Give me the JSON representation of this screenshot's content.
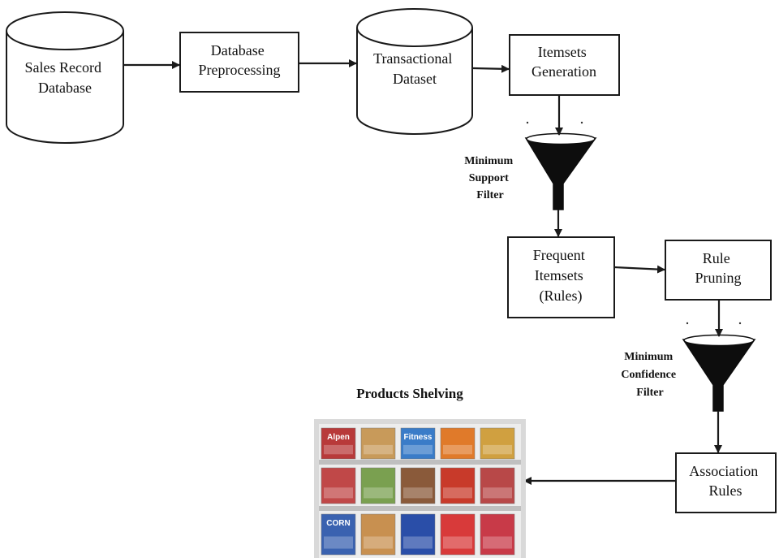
{
  "colors": {
    "stroke": "#1a1a1a",
    "funnel": "#0d0d0d",
    "shelf_frame": "#d9d9d9",
    "shelf_back": "#ededed",
    "shelf_board": "#bfbfbf"
  },
  "nodes": {
    "sales_db": {
      "lines": [
        "Sales Record",
        "Database"
      ]
    },
    "preprocessing": {
      "lines": [
        "Database",
        "Preprocessing"
      ]
    },
    "transactional": {
      "lines": [
        "Transactional",
        "Dataset"
      ]
    },
    "itemsets_generation": {
      "lines": [
        "Itemsets",
        "Generation"
      ]
    },
    "frequent_itemsets": {
      "lines": [
        "Frequent",
        "Itemsets",
        "(Rules)"
      ]
    },
    "rule_pruning": {
      "lines": [
        "Rule",
        "Pruning"
      ]
    },
    "association_rules": {
      "lines": [
        "Association",
        "Rules"
      ]
    }
  },
  "filters": {
    "support": {
      "lines": [
        "Minimum",
        "Support",
        "Filter"
      ]
    },
    "confidence": {
      "lines": [
        "Minimum",
        "Confidence",
        "Filter"
      ]
    }
  },
  "shelf": {
    "title": "Products Shelving",
    "rows": [
      {
        "products": [
          {
            "label": "Alpen",
            "color": "#b83a3a"
          },
          {
            "label": "",
            "color": "#c89a5a"
          },
          {
            "label": "Fitness",
            "color": "#3a7cc8"
          },
          {
            "label": "",
            "color": "#e07a2a"
          },
          {
            "label": "",
            "color": "#d0a040"
          }
        ]
      },
      {
        "products": [
          {
            "label": "",
            "color": "#c04848"
          },
          {
            "label": "",
            "color": "#7aa050"
          },
          {
            "label": "",
            "color": "#8a5a3a"
          },
          {
            "label": "",
            "color": "#c83a2a"
          },
          {
            "label": "",
            "color": "#b84848"
          }
        ]
      },
      {
        "products": [
          {
            "label": "CORN",
            "color": "#3a62b0"
          },
          {
            "label": "",
            "color": "#c89050"
          },
          {
            "label": "",
            "color": "#2a4ea8"
          },
          {
            "label": "",
            "color": "#d83a3a"
          },
          {
            "label": "",
            "color": "#c83a48"
          }
        ]
      }
    ]
  }
}
